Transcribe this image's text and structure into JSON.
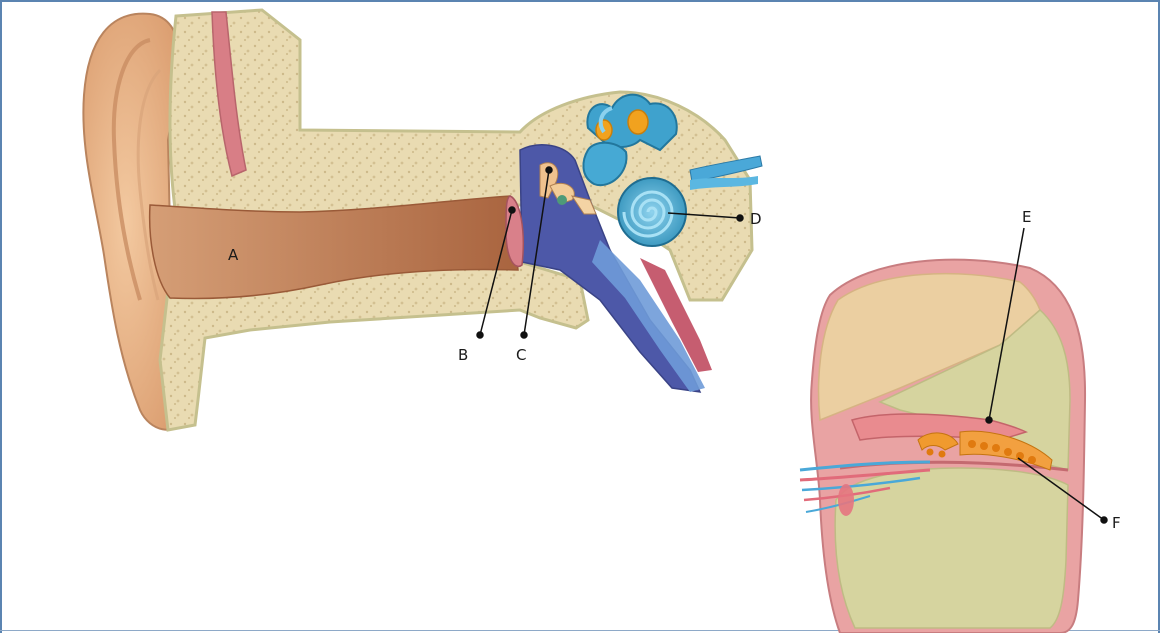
{
  "diagram": {
    "labels": {
      "a": "A",
      "b": "B",
      "c": "C",
      "d": "D",
      "e": "E",
      "f": "F"
    }
  },
  "colors": {
    "frame": "#5b84b1",
    "bone": "#e7d7ad",
    "bone_outline": "#c9c79a",
    "skin": "#e8b48a",
    "canal": "#b8744e",
    "inner_blue": "#4fa6cc",
    "middle_purple": "#4d58a8",
    "cochlea_pink": "#ec9e9f",
    "cochlea_green": "#d2d29b",
    "organ_orange": "#f08a1d"
  }
}
